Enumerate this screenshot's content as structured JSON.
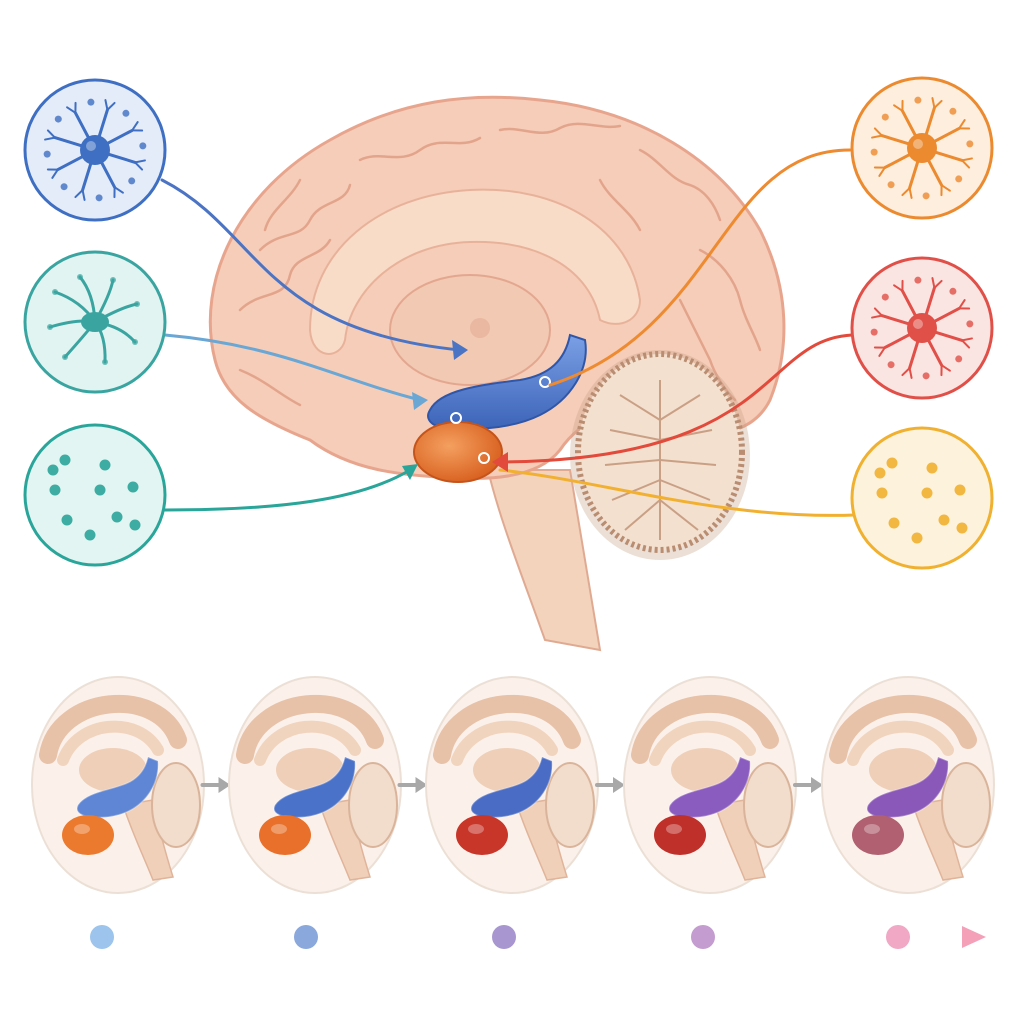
{
  "colors": {
    "background": "#ffffff",
    "brain_tissue": "#f6cdb8",
    "brain_outline": "#e8a58e",
    "cerebellum": "#f0d8c4",
    "blue_structure": "#4a78cc",
    "orange_structure": "#e8742c",
    "red_structure": "#c8362a",
    "purple_structure": "#8a5cc0",
    "mauve_structure": "#a86070"
  },
  "callouts_left": [
    {
      "name": "blue-neuron-callout",
      "icon": "neuron-icon",
      "color": "#3f6fc2",
      "fill": "#e4ecf9"
    },
    {
      "name": "teal-astrocyte-callout",
      "icon": "glial-cell-icon",
      "color": "#3aa5a0",
      "fill": "#e2f4f2"
    },
    {
      "name": "teal-particles-callout",
      "icon": "molecule-dots-icon",
      "color": "#2aa59a",
      "fill": "#e3f5f3"
    }
  ],
  "callouts_right": [
    {
      "name": "orange-neuron-callout",
      "icon": "neuron-icon",
      "color": "#ec8a30",
      "fill": "#fdeede"
    },
    {
      "name": "red-neuron-callout",
      "icon": "neuron-icon",
      "color": "#e05048",
      "fill": "#fbe5e2"
    },
    {
      "name": "yellow-particles-callout",
      "icon": "molecule-dots-icon",
      "color": "#f0b030",
      "fill": "#fdf2dc"
    }
  ],
  "progression": [
    {
      "stage": 1,
      "upper": "#5f86d4",
      "lower": "#ec7a2e"
    },
    {
      "stage": 2,
      "upper": "#4a72c8",
      "lower": "#e8702a"
    },
    {
      "stage": 3,
      "upper": "#4a6cc4",
      "lower": "#c8362a"
    },
    {
      "stage": 4,
      "upper": "#8a5cc0",
      "lower": "#c0302a"
    },
    {
      "stage": 5,
      "upper": "#8a58b8",
      "lower": "#b06070"
    }
  ],
  "timeline": {
    "dot_colors": [
      "#9cc4ec",
      "#8aa8dc",
      "#a896d0",
      "#c49cd0",
      "#f0a8c4"
    ],
    "arrow_color": "#f4a0b8"
  }
}
